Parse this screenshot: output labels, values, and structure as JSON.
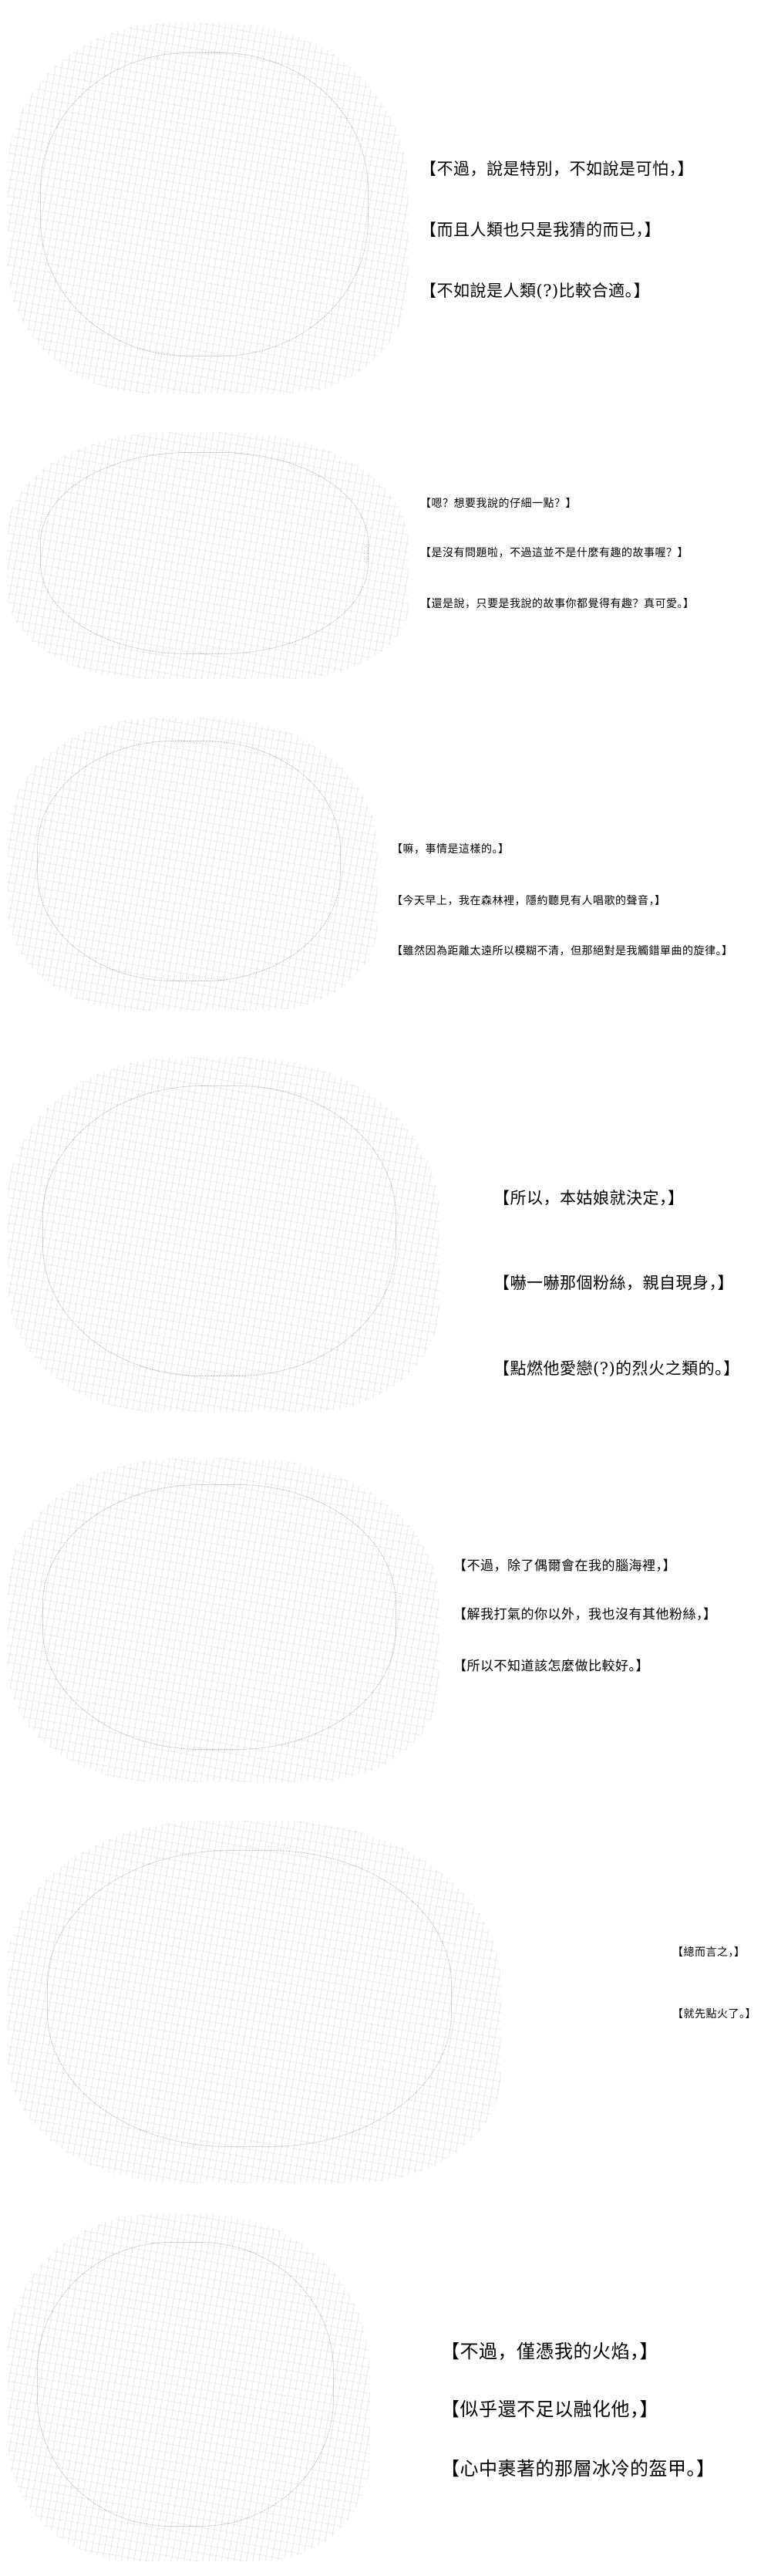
{
  "panels": [
    {
      "lines": [
        "【不過，說是特別，不如說是可怕，】",
        "【而且人類也只是我猜的而已，】",
        "【不如說是人類(?)比較合適。】"
      ]
    },
    {
      "lines": [
        "【嗯？想要我說的仔細一點？】",
        "【是沒有問題啦，不過這並不是什麼有趣的故事喔？】",
        "【還是說，只要是我說的故事你都覺得有趣？真可愛。】"
      ]
    },
    {
      "lines": [
        "【嘛，事情是這樣的。】",
        "【今天早上，我在森林裡，隱約聽見有人唱歌的聲音，】",
        "【雖然因為距離太遠所以模糊不清，但那絕對是我觸錯單曲的旋律。】"
      ]
    },
    {
      "lines": [
        "【所以，本姑娘就決定，】",
        "【嚇一嚇那個粉絲，親自現身，】",
        "【點燃他愛戀(?)的烈火之類的。】"
      ]
    },
    {
      "lines": [
        "【不過，除了偶爾會在我的腦海裡，】",
        "【解我打氣的你以外，我也沒有其他粉絲，】",
        "【所以不知道該怎麼做比較好。】"
      ]
    },
    {
      "lines": [
        "【總而言之，】",
        "【就先點火了。】"
      ]
    },
    {
      "lines": [
        "【不過，僅憑我的火焰，】",
        "【似乎還不足以融化他，】",
        "【心中裹著的那層冰冷的盔甲。】"
      ]
    }
  ]
}
